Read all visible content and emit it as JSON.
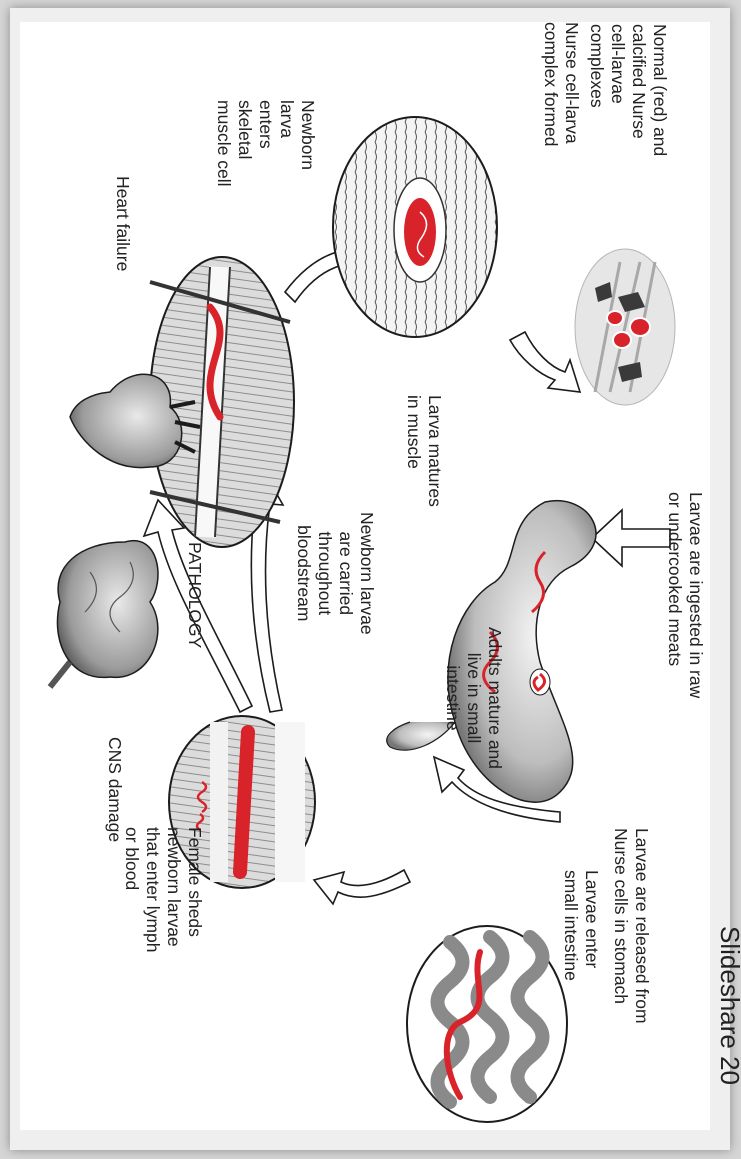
{
  "labels": {
    "ingest": "Larvae are ingested in raw\nor undercooked meats",
    "released": "Larvae are released from\nNurse cells in stomach",
    "enter_intestine": "Larvae enter\nsmall intestine",
    "adults": "Adults mature and\nlive in small\nintestine",
    "female_sheds": "Female sheds\nnewborn larvae\nthat enter lymph\nor blood",
    "carried": "Newborn larvae\nare carried\nthroughout\nbloodstream",
    "pathology": "PATHOLOGY",
    "enters_muscle": "Newborn\nlarva\nenters\nskeletal\nmuscle cell",
    "matures": "Larva matures\nin muscle",
    "nurse_complex": "Nurse cell-larva\ncomplex formed",
    "calcified": "Normal (red) and\ncalcified Nurse\ncell-larvae\ncomplexes",
    "heart_failure": "Heart failure",
    "cns_damage": "CNS damage"
  },
  "credit": "Slideshare 20",
  "colors": {
    "larva_red": "#d8232a",
    "outline": "#1c1c1c",
    "tissue_grey": "#9a9a9a"
  }
}
